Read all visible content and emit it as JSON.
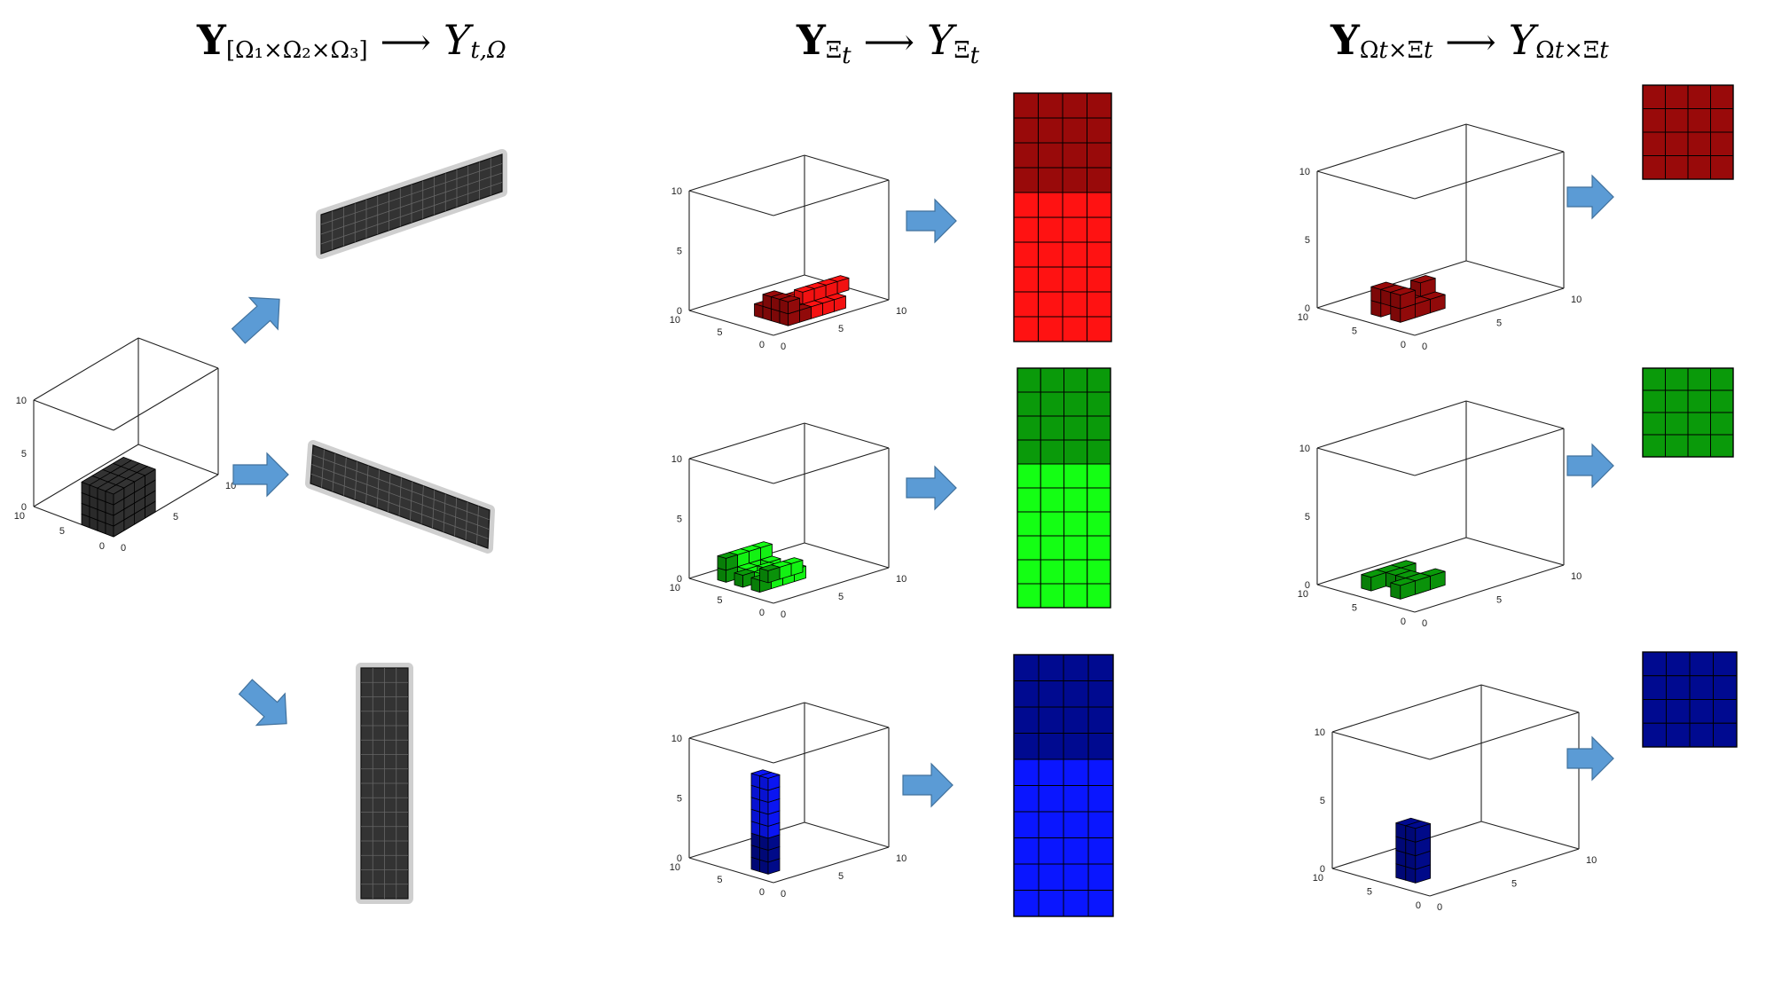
{
  "headings": {
    "col1": {
      "lhs_base": "Y",
      "lhs_sub": "[Ω₁×Ω₂×Ω₃]",
      "arrow": "⟶",
      "rhs_base": "Y",
      "rhs_sub": "t,Ω"
    },
    "col2": {
      "lhs_base": "Y",
      "lhs_sub": "Ξ",
      "lhs_sub2": "t",
      "arrow": "⟶",
      "rhs_base": "Y",
      "rhs_sub": "Ξ",
      "rhs_sub2": "t"
    },
    "col3": {
      "lhs_base": "Y",
      "lhs_sub": "Ω",
      "lhs_sub2": "t",
      "lhs_sub3": "×Ξ",
      "lhs_sub4": "t",
      "arrow": "⟶",
      "rhs_base": "Y",
      "rhs_sub": "Ω",
      "rhs_sub2": "t",
      "rhs_sub3": "×Ξ",
      "rhs_sub4": "t"
    }
  },
  "axis_ticks": {
    "z": [
      "0",
      "5",
      "10"
    ],
    "left": [
      "0",
      "5",
      "10"
    ],
    "right": [
      "0",
      "5",
      "10"
    ]
  },
  "colors": {
    "dark_cube": "#333333",
    "arrow": "#5b9bd5",
    "red_dark": "#990a0a",
    "red_light": "#ff1212",
    "green_dark": "#0a9a0a",
    "green_light": "#14ff14",
    "blue_dark": "#000a90",
    "blue_light": "#0a16ff"
  }
}
